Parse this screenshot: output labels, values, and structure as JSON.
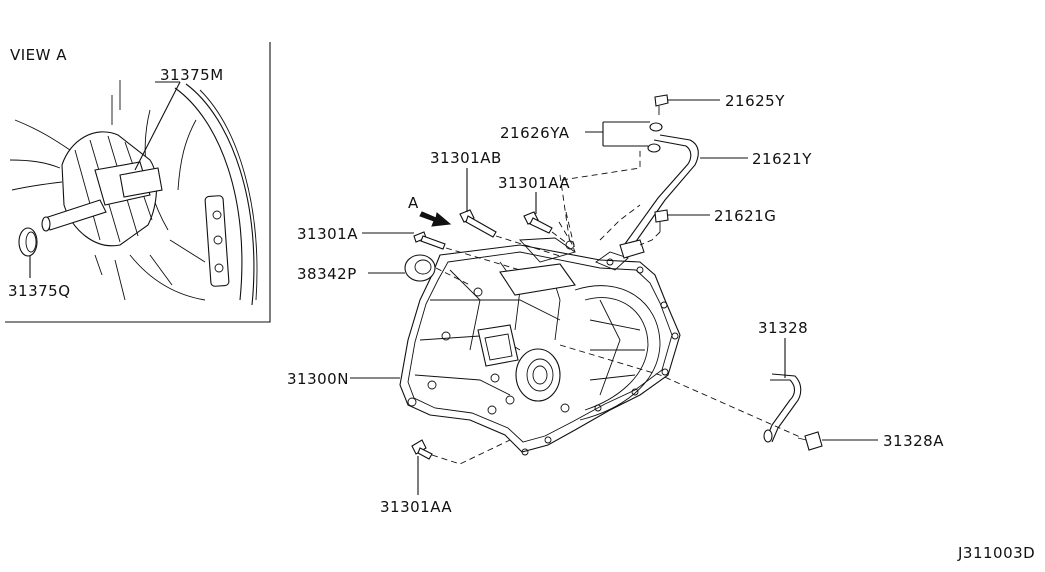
{
  "inset": {
    "title": "VIEW A",
    "parts": [
      {
        "code": "31375M"
      },
      {
        "code": "31375Q"
      }
    ]
  },
  "arrow_view_label": "A",
  "callouts": {
    "p21625Y": "21625Y",
    "p21626YA": "21626YA",
    "p21621Y": "21621Y",
    "p31301AB": "31301AB",
    "p31301AA_top": "31301AA",
    "p21621G": "21621G",
    "p31301A": "31301A",
    "p38342P": "38342P",
    "p31328": "31328",
    "p31300N": "31300N",
    "p31328A": "31328A",
    "p31301AA_bottom": "31301AA"
  },
  "diagram_id": "J311003D"
}
